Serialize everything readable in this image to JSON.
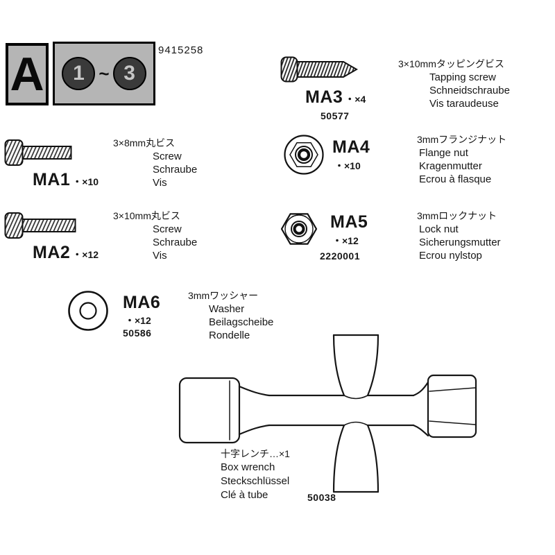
{
  "header": {
    "bag_letter": "A",
    "step_from": "1",
    "step_separator": "~",
    "step_to": "3",
    "sheet_number": "9415258"
  },
  "parts": {
    "ma1": {
      "label": "MA1",
      "qty": "・×10",
      "jp": "3×8mm丸ビス",
      "line1": "Screw",
      "line2": "Schraube",
      "line3": "Vis"
    },
    "ma2": {
      "label": "MA2",
      "qty": "・×12",
      "jp": "3×10mm丸ビス",
      "line1": "Screw",
      "line2": "Schraube",
      "line3": "Vis"
    },
    "ma3": {
      "label": "MA3",
      "qty": "・×4",
      "code": "50577",
      "jp": "3×10mmタッピングビス",
      "line1": "Tapping screw",
      "line2": "Schneidschraube",
      "line3": "Vis taraudeuse"
    },
    "ma4": {
      "label": "MA4",
      "qty": "・×10",
      "jp": "3mmフランジナット",
      "line1": "Flange nut",
      "line2": "Kragenmutter",
      "line3": "Ecrou à flasque"
    },
    "ma5": {
      "label": "MA5",
      "qty": "・×12",
      "code": "2220001",
      "jp": "3mmロックナット",
      "line1": "Lock nut",
      "line2": "Sicherungsmutter",
      "line3": "Ecrou nylstop"
    },
    "ma6": {
      "label": "MA6",
      "qty": "・×12",
      "code": "50586",
      "jp": "3mmワッシャー",
      "line1": "Washer",
      "line2": "Beilagscheibe",
      "line3": "Rondelle"
    },
    "wrench": {
      "jp": "十字レンチ…×1",
      "line1": "Box wrench",
      "line2": "Steckschlüssel",
      "line3": "Clé à tube",
      "code": "50038"
    }
  },
  "colors": {
    "ink": "#161616",
    "badge_gray": "#b5b5b5",
    "circle_dark": "#3a3a3a"
  }
}
